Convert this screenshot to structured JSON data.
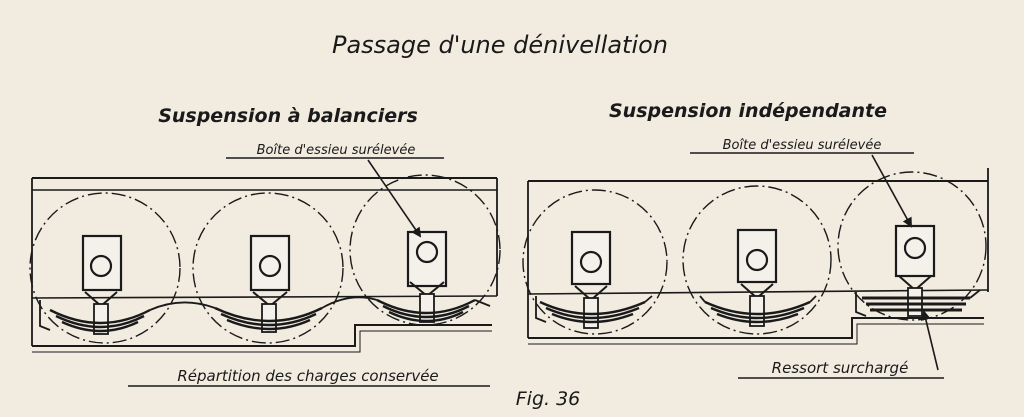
{
  "title": "Passage d'une dénivellation",
  "fig_label": "Fig. 36",
  "panels": [
    {
      "heading": "Suspension à balanciers",
      "top_note": "Boîte d'essieu surélevée",
      "bottom_note": "Répartition des charges conservée",
      "raised_wheel": 3
    },
    {
      "heading": "Suspension indépendante",
      "top_note": "Boîte d'essieu surélevée",
      "bottom_note": "Ressort surchargé",
      "raised_wheel": 3
    }
  ],
  "colors": {
    "ink": "#1a1a1a",
    "paper": "#f1ebe0",
    "box": "#f4f1ea"
  }
}
